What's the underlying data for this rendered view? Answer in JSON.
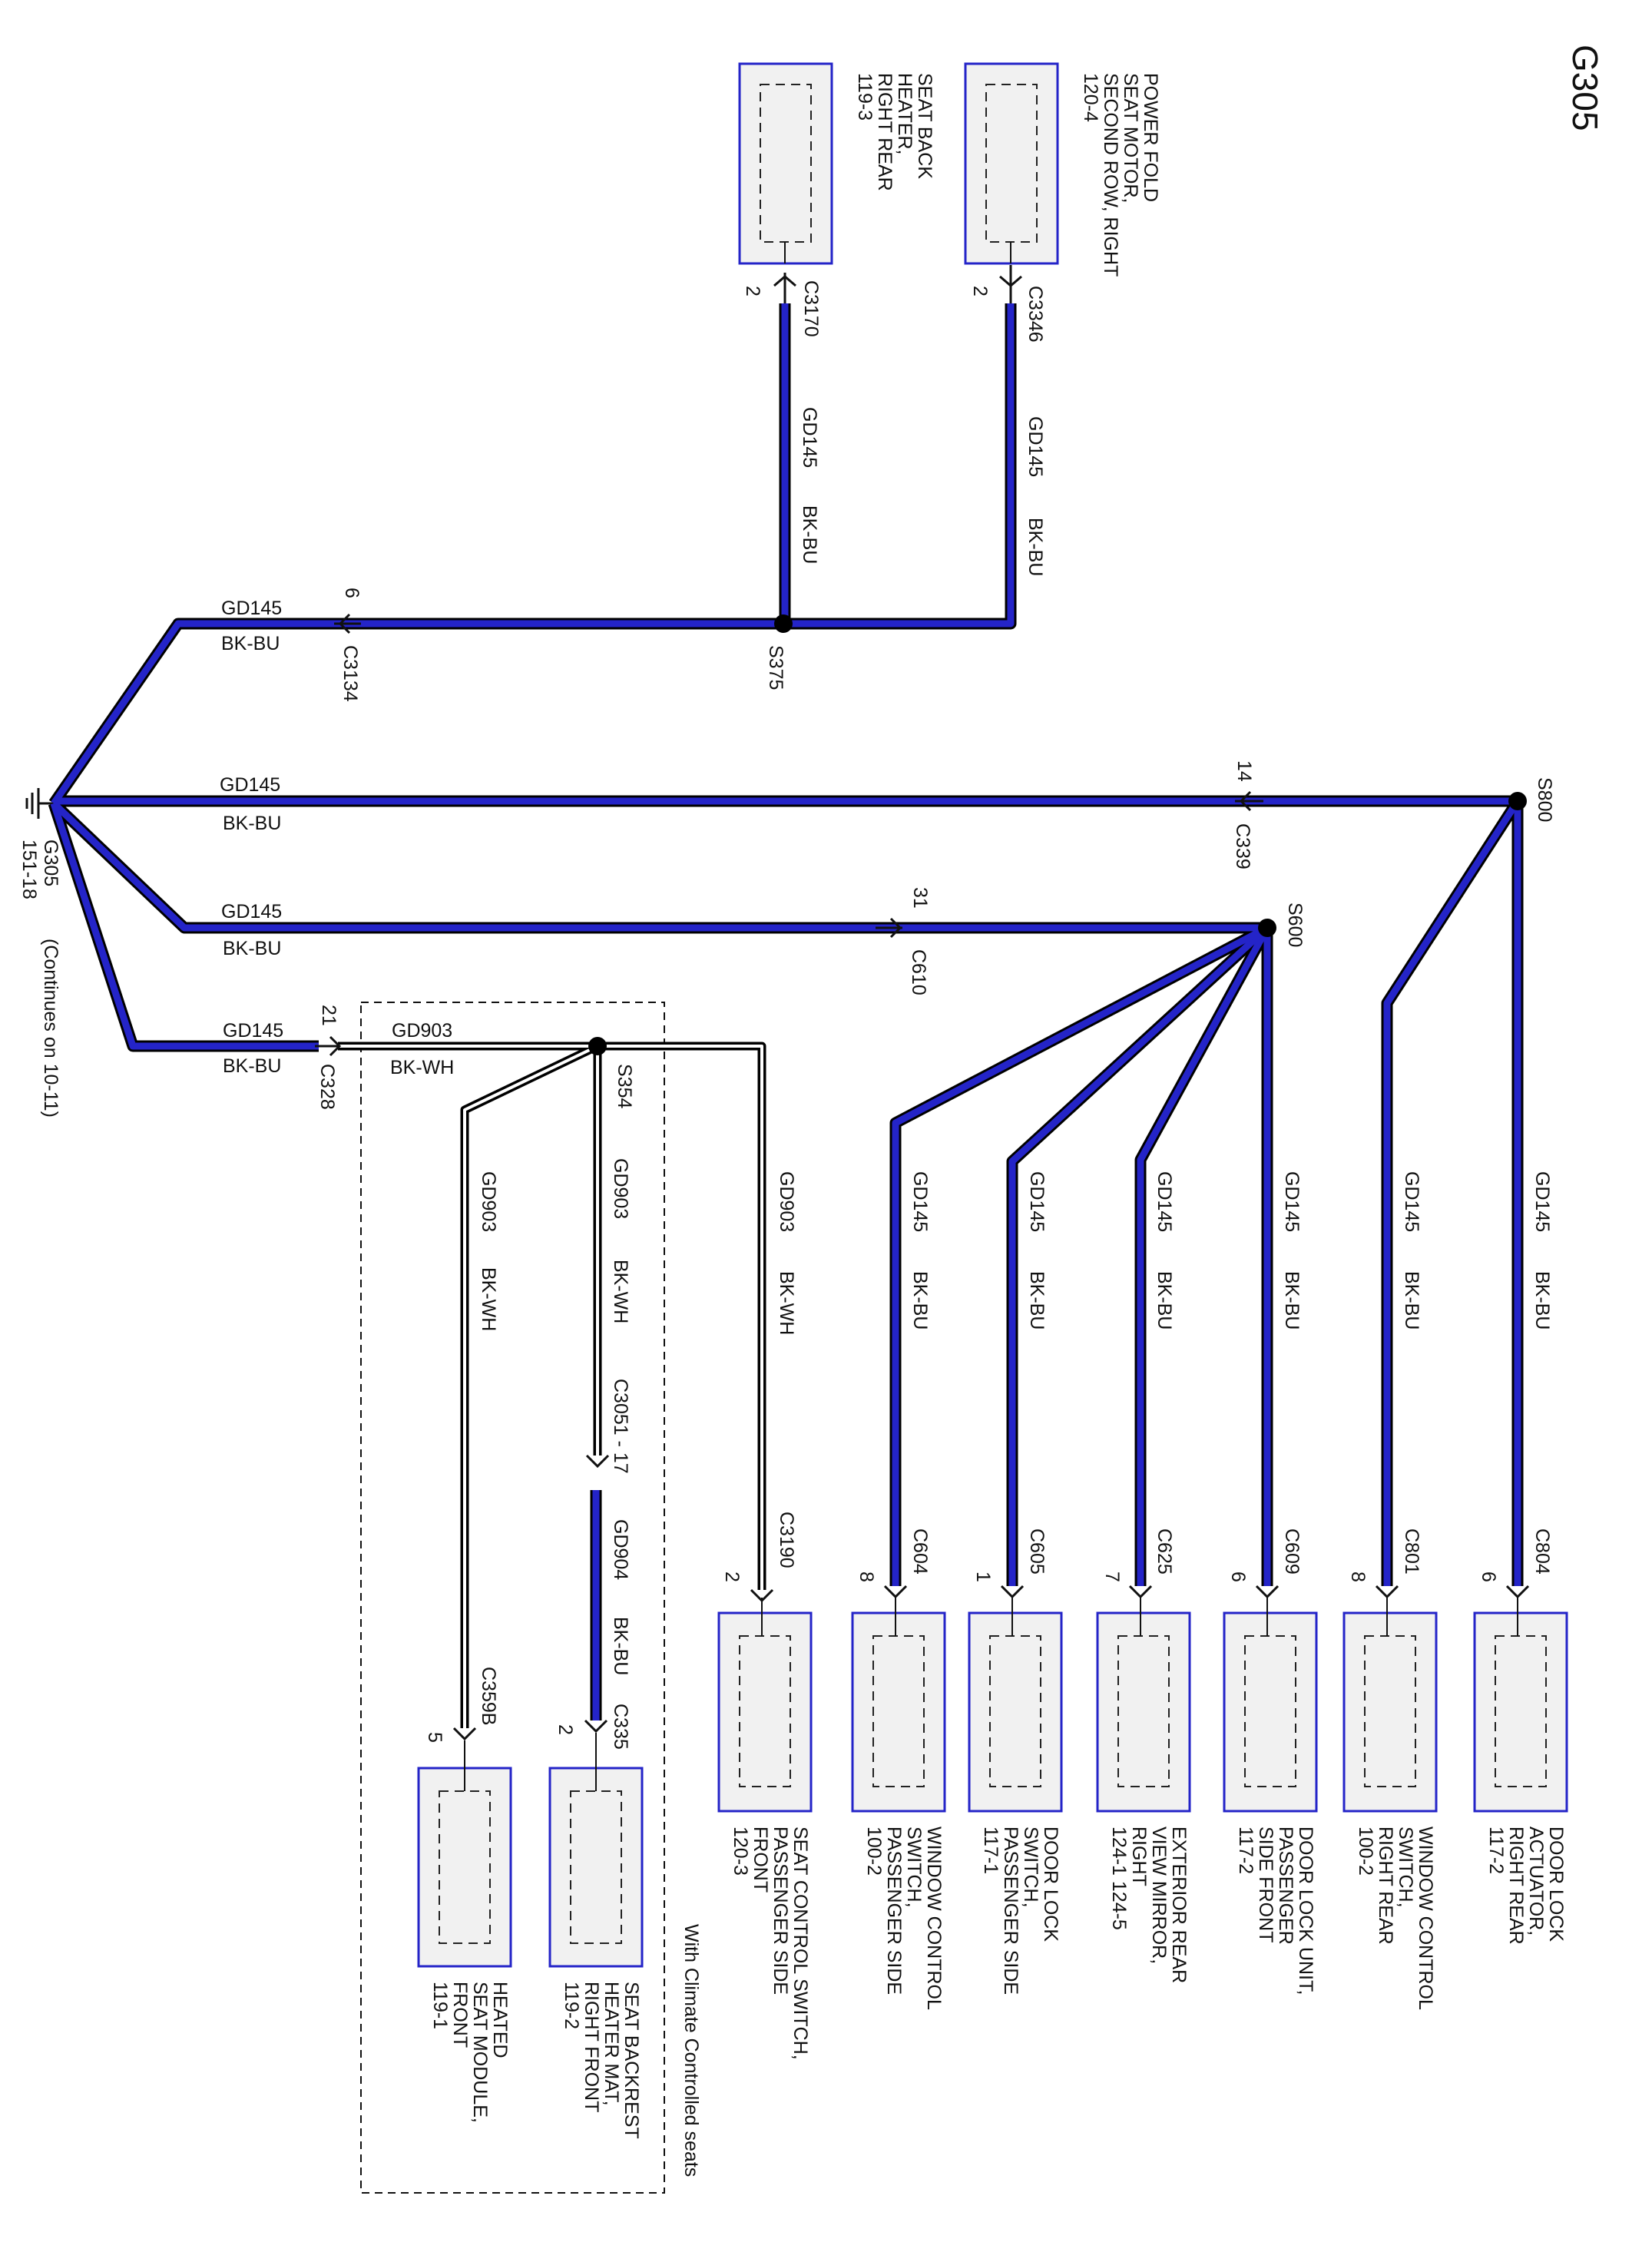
{
  "title": "G305",
  "ground": {
    "label": "G305",
    "page": "151-18",
    "note": "(Continues on 10-11)"
  },
  "region": {
    "label": "With Climate Controlled seats"
  },
  "colors": {
    "wire_blue": "#2424c8",
    "wire_outline": "#000000",
    "box_fill": "#f1f1f1"
  },
  "wire_labels": [
    {
      "circuit": "GD145",
      "color": "BK-BU"
    },
    {
      "circuit": "GD145",
      "color": "BK-BU"
    },
    {
      "circuit": "GD145",
      "color": "BK-BU"
    },
    {
      "circuit": "GD145",
      "color": "BK-BU"
    },
    {
      "circuit": "GD145",
      "color": "BK-BU"
    },
    {
      "circuit": "GD145",
      "color": "BK-BU"
    },
    {
      "circuit": "GD903",
      "color": "BK-WH"
    },
    {
      "circuit": "GD903",
      "color": "BK-WH"
    },
    {
      "circuit": "GD903",
      "color": "BK-WH"
    },
    {
      "circuit": "GD903",
      "color": "BK-WH"
    },
    {
      "circuit": "GD904",
      "color": "BK-BU"
    },
    {
      "circuit": "GD145",
      "color": "BK-BU"
    },
    {
      "circuit": "GD145",
      "color": "BK-BU"
    },
    {
      "circuit": "GD145",
      "color": "BK-BU"
    },
    {
      "circuit": "GD145",
      "color": "BK-BU"
    },
    {
      "circuit": "GD145",
      "color": "BK-BU"
    },
    {
      "circuit": "GD145",
      "color": "BK-BU"
    }
  ],
  "connectors": [
    {
      "name": "C3170",
      "pin": "2"
    },
    {
      "name": "C3346",
      "pin": "2"
    },
    {
      "name": "C3134",
      "pin": "6"
    },
    {
      "name": "C339",
      "pin": "14"
    },
    {
      "name": "C610",
      "pin": "31"
    },
    {
      "name": "C328",
      "pin": "21"
    },
    {
      "name": "C3051 - 17",
      "pin": ""
    },
    {
      "name": "C335",
      "pin": "2"
    },
    {
      "name": "C359B",
      "pin": "5"
    },
    {
      "name": "C3190",
      "pin": "2"
    },
    {
      "name": "C604",
      "pin": "8"
    },
    {
      "name": "C605",
      "pin": "1"
    },
    {
      "name": "C625",
      "pin": "7"
    },
    {
      "name": "C609",
      "pin": "6"
    },
    {
      "name": "C801",
      "pin": "8"
    },
    {
      "name": "C804",
      "pin": "6"
    }
  ],
  "splices": [
    "S375",
    "S800",
    "S600",
    "S354"
  ],
  "components": [
    {
      "lines": [
        "POWER FOLD",
        "SEAT MOTOR,",
        "SECOND ROW, RIGHT",
        "120-4"
      ]
    },
    {
      "lines": [
        "SEAT BACK",
        "HEATER,",
        "RIGHT REAR",
        "119-3"
      ]
    },
    {
      "lines": [
        "DOOR LOCK",
        "ACTUATOR,",
        "RIGHT REAR",
        "117-2"
      ]
    },
    {
      "lines": [
        "WINDOW CONTROL",
        "SWITCH,",
        "RIGHT REAR",
        "100-2"
      ]
    },
    {
      "lines": [
        "DOOR LOCK UNIT,",
        "PASSENGER",
        "SIDE FRONT",
        "117-2"
      ]
    },
    {
      "lines": [
        "EXTERIOR REAR",
        "VIEW MIRROR,",
        "RIGHT",
        "124-1     124-5"
      ]
    },
    {
      "lines": [
        "DOOR LOCK",
        "SWITCH,",
        "PASSENGER SIDE",
        "117-1"
      ]
    },
    {
      "lines": [
        "WINDOW CONTROL",
        "SWITCH,",
        "PASSENGER SIDE",
        "100-2"
      ]
    },
    {
      "lines": [
        "SEAT CONTROL SWITCH,",
        "PASSENGER SIDE",
        "FRONT",
        "120-3"
      ]
    },
    {
      "lines": [
        "SEAT BACKREST",
        "HEATER MAT,",
        "RIGHT FRONT",
        "119-2"
      ]
    },
    {
      "lines": [
        "HEATED",
        "SEAT MODULE,",
        "FRONT",
        "119-1"
      ]
    }
  ]
}
